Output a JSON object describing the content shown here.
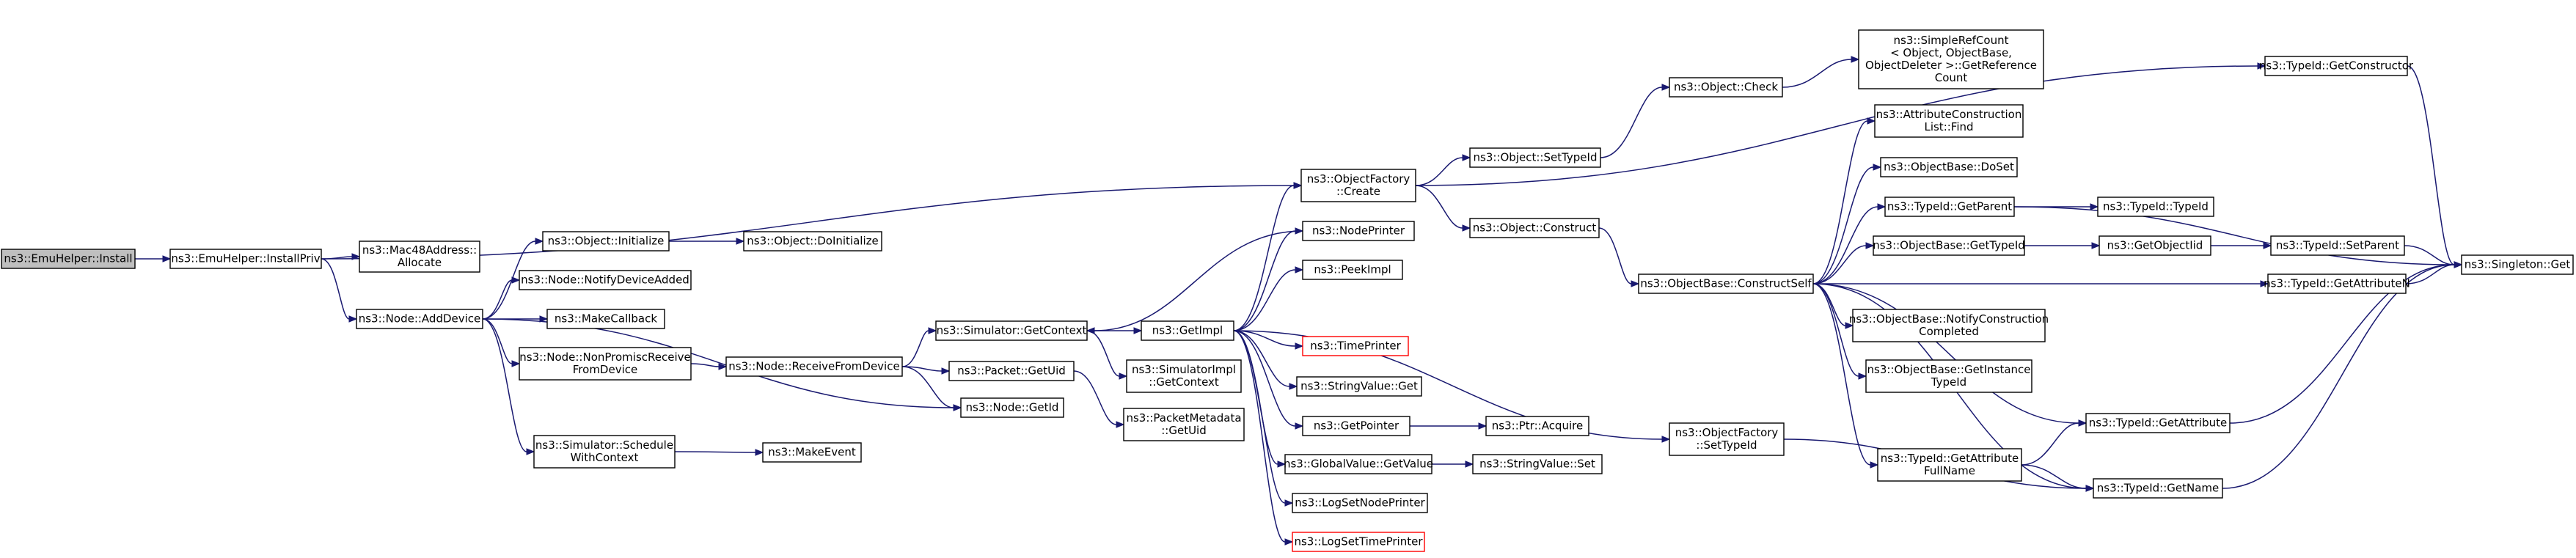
{
  "diagram": {
    "nodes": [
      {
        "id": "emu_install",
        "lines": [
          "ns3::EmuHelper::Install"
        ],
        "style": "root"
      },
      {
        "id": "emu_install_priv",
        "lines": [
          "ns3::EmuHelper::InstallPriv"
        ]
      },
      {
        "id": "mac48_alloc",
        "lines": [
          "ns3::Mac48Address::",
          "Allocate"
        ]
      },
      {
        "id": "node_adddevice",
        "lines": [
          "ns3::Node::AddDevice"
        ]
      },
      {
        "id": "object_initialize",
        "lines": [
          "ns3::Object::Initialize"
        ]
      },
      {
        "id": "object_doinitialize",
        "lines": [
          "ns3::Object::DoInitialize"
        ]
      },
      {
        "id": "node_notifydeviceadded",
        "lines": [
          "ns3::Node::NotifyDeviceAdded"
        ]
      },
      {
        "id": "makecallback",
        "lines": [
          "ns3::MakeCallback"
        ]
      },
      {
        "id": "node_nonpromisc",
        "lines": [
          "ns3::Node::NonPromiscReceive",
          "FromDevice"
        ]
      },
      {
        "id": "node_receivefromdevice",
        "lines": [
          "ns3::Node::ReceiveFromDevice"
        ]
      },
      {
        "id": "sim_schedulewithcontext",
        "lines": [
          "ns3::Simulator::Schedule",
          "WithContext"
        ]
      },
      {
        "id": "makeevent",
        "lines": [
          "ns3::MakeEvent"
        ]
      },
      {
        "id": "node_getid",
        "lines": [
          "ns3::Node::GetId"
        ]
      },
      {
        "id": "packet_getuid",
        "lines": [
          "ns3::Packet::GetUid"
        ]
      },
      {
        "id": "sim_getcontext",
        "lines": [
          "ns3::Simulator::GetContext"
        ]
      },
      {
        "id": "simimpl_getcontext",
        "lines": [
          "ns3::SimulatorImpl",
          "::GetContext"
        ]
      },
      {
        "id": "packetmetadata_getuid",
        "lines": [
          "ns3::PacketMetadata",
          "::GetUid"
        ]
      },
      {
        "id": "getimpl",
        "lines": [
          "ns3::GetImpl"
        ]
      },
      {
        "id": "objfactory_create",
        "lines": [
          "ns3::ObjectFactory",
          "::Create"
        ]
      },
      {
        "id": "nodeprinter",
        "lines": [
          "ns3::NodePrinter"
        ]
      },
      {
        "id": "peekimpl",
        "lines": [
          "ns3::PeekImpl"
        ]
      },
      {
        "id": "timeprinter",
        "lines": [
          "ns3::TimePrinter"
        ],
        "style": "red"
      },
      {
        "id": "stringvalue_get",
        "lines": [
          "ns3::StringValue::Get"
        ]
      },
      {
        "id": "getpointer",
        "lines": [
          "ns3::GetPointer"
        ]
      },
      {
        "id": "ptr_acquire",
        "lines": [
          "ns3::Ptr::Acquire"
        ]
      },
      {
        "id": "globalvalue_getvalue",
        "lines": [
          "ns3::GlobalValue::GetValue"
        ]
      },
      {
        "id": "stringvalue_set",
        "lines": [
          "ns3::StringValue::Set"
        ]
      },
      {
        "id": "logsetnodeprinter",
        "lines": [
          "ns3::LogSetNodePrinter"
        ]
      },
      {
        "id": "logsettimeprinter",
        "lines": [
          "ns3::LogSetTimePrinter"
        ],
        "style": "red"
      },
      {
        "id": "object_settypeid",
        "lines": [
          "ns3::Object::SetTypeId"
        ]
      },
      {
        "id": "object_construct",
        "lines": [
          "ns3::Object::Construct"
        ]
      },
      {
        "id": "object_check",
        "lines": [
          "ns3::Object::Check"
        ]
      },
      {
        "id": "simplerefcount",
        "lines": [
          "ns3::SimpleRefCount",
          "< Object, ObjectBase,",
          "ObjectDeleter >::GetReference",
          "Count"
        ]
      },
      {
        "id": "objfactory_settypeid",
        "lines": [
          "ns3::ObjectFactory",
          "::SetTypeId"
        ]
      },
      {
        "id": "objbase_constructself",
        "lines": [
          "ns3::ObjectBase::ConstructSelf"
        ]
      },
      {
        "id": "attrconstruction_find",
        "lines": [
          "ns3::AttributeConstruction",
          "List::Find"
        ]
      },
      {
        "id": "objbase_doset",
        "lines": [
          "ns3::ObjectBase::DoSet"
        ]
      },
      {
        "id": "typeid_getparent",
        "lines": [
          "ns3::TypeId::GetParent"
        ]
      },
      {
        "id": "typeid_typeid",
        "lines": [
          "ns3::TypeId::TypeId"
        ]
      },
      {
        "id": "objbase_gettypeid",
        "lines": [
          "ns3::ObjectBase::GetTypeId"
        ]
      },
      {
        "id": "getobjectiid",
        "lines": [
          "ns3::GetObjectIid"
        ]
      },
      {
        "id": "typeid_setparent",
        "lines": [
          "ns3::TypeId::SetParent"
        ]
      },
      {
        "id": "objbase_notifyconstruction",
        "lines": [
          "ns3::ObjectBase::NotifyConstruction",
          "Completed"
        ]
      },
      {
        "id": "objbase_getinstancetypeid",
        "lines": [
          "ns3::ObjectBase::GetInstance",
          "TypeId"
        ]
      },
      {
        "id": "typeid_getattributefullname",
        "lines": [
          "ns3::TypeId::GetAttribute",
          "FullName"
        ]
      },
      {
        "id": "typeid_getattribute",
        "lines": [
          "ns3::TypeId::GetAttribute"
        ]
      },
      {
        "id": "typeid_getname",
        "lines": [
          "ns3::TypeId::GetName"
        ]
      },
      {
        "id": "typeid_getattributen",
        "lines": [
          "ns3::TypeId::GetAttributeN"
        ]
      },
      {
        "id": "typeid_getconstructor",
        "lines": [
          "ns3::TypeId::GetConstructor"
        ]
      },
      {
        "id": "singleton_get",
        "lines": [
          "ns3::Singleton::Get"
        ]
      }
    ],
    "edges": [
      [
        "emu_install",
        "emu_install_priv"
      ],
      [
        "emu_install_priv",
        "mac48_alloc"
      ],
      [
        "emu_install_priv",
        "node_adddevice"
      ],
      [
        "emu_install_priv",
        "objfactory_create"
      ],
      [
        "node_adddevice",
        "object_initialize"
      ],
      [
        "node_adddevice",
        "node_notifydeviceadded"
      ],
      [
        "node_adddevice",
        "makecallback"
      ],
      [
        "node_adddevice",
        "node_nonpromisc"
      ],
      [
        "node_adddevice",
        "node_getid"
      ],
      [
        "node_adddevice",
        "sim_schedulewithcontext"
      ],
      [
        "object_initialize",
        "object_doinitialize"
      ],
      [
        "node_nonpromisc",
        "node_receivefromdevice"
      ],
      [
        "sim_schedulewithcontext",
        "makeevent"
      ],
      [
        "node_receivefromdevice",
        "sim_getcontext"
      ],
      [
        "node_receivefromdevice",
        "packet_getuid"
      ],
      [
        "node_receivefromdevice",
        "node_getid"
      ],
      [
        "sim_getcontext",
        "getimpl"
      ],
      [
        "sim_getcontext",
        "simimpl_getcontext"
      ],
      [
        "packet_getuid",
        "packetmetadata_getuid"
      ],
      [
        "getimpl",
        "objfactory_create"
      ],
      [
        "getimpl",
        "nodeprinter"
      ],
      [
        "getimpl",
        "peekimpl"
      ],
      [
        "getimpl",
        "timeprinter"
      ],
      [
        "getimpl",
        "stringvalue_get"
      ],
      [
        "getimpl",
        "getpointer"
      ],
      [
        "getimpl",
        "globalvalue_getvalue"
      ],
      [
        "getimpl",
        "logsetnodeprinter"
      ],
      [
        "getimpl",
        "logsettimeprinter"
      ],
      [
        "getimpl",
        "objfactory_settypeid"
      ],
      [
        "nodeprinter",
        "sim_getcontext"
      ],
      [
        "getpointer",
        "ptr_acquire"
      ],
      [
        "globalvalue_getvalue",
        "stringvalue_set"
      ],
      [
        "objfactory_create",
        "object_settypeid"
      ],
      [
        "objfactory_create",
        "object_construct"
      ],
      [
        "objfactory_create",
        "typeid_getconstructor"
      ],
      [
        "object_settypeid",
        "object_check"
      ],
      [
        "object_check",
        "simplerefcount"
      ],
      [
        "object_construct",
        "objbase_constructself"
      ],
      [
        "objbase_constructself",
        "attrconstruction_find"
      ],
      [
        "objbase_constructself",
        "objbase_doset"
      ],
      [
        "objbase_constructself",
        "typeid_getparent"
      ],
      [
        "objbase_constructself",
        "objbase_gettypeid"
      ],
      [
        "objbase_constructself",
        "typeid_getattributen"
      ],
      [
        "objbase_constructself",
        "objbase_notifyconstruction"
      ],
      [
        "objbase_constructself",
        "objbase_getinstancetypeid"
      ],
      [
        "objbase_constructself",
        "typeid_getattributefullname"
      ],
      [
        "objbase_constructself",
        "typeid_getattribute"
      ],
      [
        "objbase_constructself",
        "typeid_getname"
      ],
      [
        "typeid_getparent",
        "typeid_typeid"
      ],
      [
        "typeid_getparent",
        "singleton_get"
      ],
      [
        "objbase_gettypeid",
        "getobjectiid"
      ],
      [
        "getobjectiid",
        "typeid_setparent"
      ],
      [
        "typeid_setparent",
        "singleton_get"
      ],
      [
        "typeid_getattributen",
        "singleton_get"
      ],
      [
        "typeid_getattributefullname",
        "typeid_getattribute"
      ],
      [
        "typeid_getattributefullname",
        "typeid_getname"
      ],
      [
        "typeid_getattribute",
        "singleton_get"
      ],
      [
        "typeid_getname",
        "singleton_get"
      ],
      [
        "typeid_getconstructor",
        "singleton_get"
      ],
      [
        "objfactory_settypeid",
        "typeid_getname"
      ]
    ]
  }
}
